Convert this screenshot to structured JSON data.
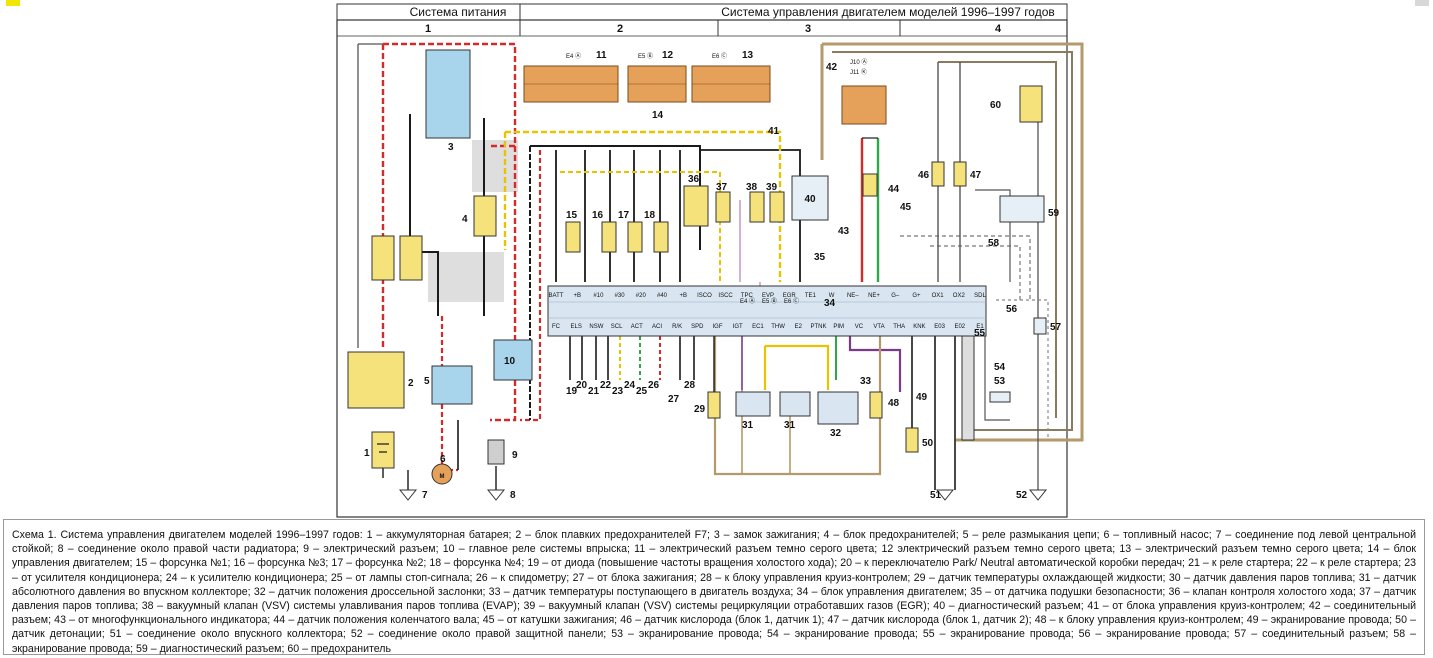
{
  "header": {
    "power_system": "Система питания",
    "engine_control": "Система управления двигателем моделей 1996–1997 годов",
    "columns": [
      "1",
      "2",
      "3",
      "4"
    ]
  },
  "colors": {
    "wire_red": "#d42a2a",
    "wire_black": "#1a1a1a",
    "wire_yellow": "#e8c400",
    "wire_green": "#2fa84a",
    "wire_brown": "#8a6a3a",
    "wire_purple": "#7a3a8a",
    "wire_shield": "#b49a6a",
    "component_fill": "#f6e27a",
    "connector_fill": "#e5a15a",
    "ecu_fill": "#d9e6f2",
    "shade": "#dedede"
  },
  "connectors": {
    "e4": "E4 Ⓐ",
    "e5": "E5 Ⓑ",
    "e6": "E6 Ⓒ",
    "j10": "J10 Ⓐ",
    "j11": "J11 Ⓚ"
  },
  "labels": {
    "c1": "1",
    "c2": "2",
    "c3": "3",
    "c4": "4",
    "c5": "5",
    "c6": "6",
    "c7": "7",
    "c8": "8",
    "c9": "9",
    "c10": "10",
    "c11": "11",
    "c12": "12",
    "c13": "13",
    "c14": "14",
    "c15": "15",
    "c16": "16",
    "c17": "17",
    "c18": "18",
    "c19": "19",
    "c20": "20",
    "c21": "21",
    "c22": "22",
    "c23": "23",
    "c24": "24",
    "c25": "25",
    "c26": "26",
    "c27": "27",
    "c28": "28",
    "c29": "29",
    "c31a": "31",
    "c31b": "31",
    "c32": "32",
    "c33": "33",
    "c34": "34",
    "c35": "35",
    "c36": "36",
    "c37": "37",
    "c38": "38",
    "c39": "39",
    "c40": "40",
    "c41": "41",
    "c42": "42",
    "c43": "43",
    "c44": "44",
    "c45": "45",
    "c46": "46",
    "c47": "47",
    "c48": "48",
    "c49": "49",
    "c50": "50",
    "c51": "51",
    "c52": "52",
    "c53": "53",
    "c54": "54",
    "c55": "55",
    "c56": "56",
    "c57": "57",
    "c58": "58",
    "c59": "59",
    "c60": "60"
  },
  "ecu_pins_top": [
    "BATT",
    "+B",
    "#10",
    "#30",
    "#20",
    "#40",
    "+B",
    "ISCO",
    "ISCC",
    "TPC",
    "EVP",
    "EGR",
    "TE1",
    "W",
    "NE–",
    "NE+",
    "G–",
    "G+",
    "OX1",
    "OX2",
    "SDL"
  ],
  "ecu_pins_bottom": [
    "FC",
    "ELS",
    "NSW",
    "SCL",
    "ACT",
    "ACI",
    "R/K",
    "SPD",
    "IGF",
    "IGT",
    "EC1",
    "THW",
    "E2",
    "PTNK",
    "PIM",
    "VC",
    "VTA",
    "THA",
    "KNK",
    "E03",
    "E02",
    "E1"
  ],
  "caption": "Схема 1. Система управления двигателем моделей 1996–1997 годов: 1 – аккумуляторная батарея; 2 – блок плавких предохранителей F7; 3 – замок зажигания; 4 – блок предохранителей; 5 – реле размыкания цепи; 6 – топливный насос; 7 – соединение под левой центральной стойкой; 8 – соединение около правой части радиатора; 9 – электрический разъем; 10 – главное реле системы впрыска; 11 – электрический разъем темно серого цвета; 12 электрический разъем темно серого цвета; 13 – электрический разъем темно серого цвета; 14 – блок управления двигателем; 15 – форсунка №1; 16 – форсунка №3; 17 – форсунка №2; 18 – форсунка №4; 19 – от диода (повышение частоты вращения холостого хода); 20 – к переключателю Park/ Neutral автоматической коробки передач; 21 – к реле стартера; 22 – к реле стартера; 23 – от усилителя кондиционера; 24 – к усилителю кондиционера; 25 – от лампы стоп-сигнала; 26 – к спидометру; 27 – от блока зажигания; 28 – к блоку управления круиз-контролем; 29 – датчик температуры охлаждающей жидкости; 30 – датчик давления паров топлива; 31 – датчик абсолютного давления во впускном коллекторе; 32 – датчик положения дроссельной заслонки; 33 – датчик температуры поступающего в двигатель воздуха; 34 – блок управления двигателем; 35 – от датчика подушки безопасности; 36 – клапан контроля холостого хода; 37 – датчик давления паров топлива; 38 – вакуумный клапан (VSV) системы улавливания паров топлива (EVAP); 39 – вакуумный клапан (VSV) системы рециркуляции отработавших газов (EGR); 40 – диагностический разъем; 41 – от блока управления круиз-контролем; 42 – соединительный разъем; 43 – от многофункционального индикатора; 44 – датчик положения коленчатого вала; 45 – от катушки зажигания; 46 – датчик кислорода (блок 1, датчик 1); 47 – датчик кислорода (блок 1, датчик 2); 48 – к блоку управления круиз-контролем; 49 – экранирование провода; 50 – датчик детонации; 51 – соединение около впускного коллектора; 52 – соединение около правой защитной панели; 53 – экранирование провода; 54 – экранирование провода; 55 – экранирование провода; 56 – экранирование провода; 57 – соединительный разъем; 58 – экранирование провода; 59 – диагностический разъем; 60 – предохранитель"
}
